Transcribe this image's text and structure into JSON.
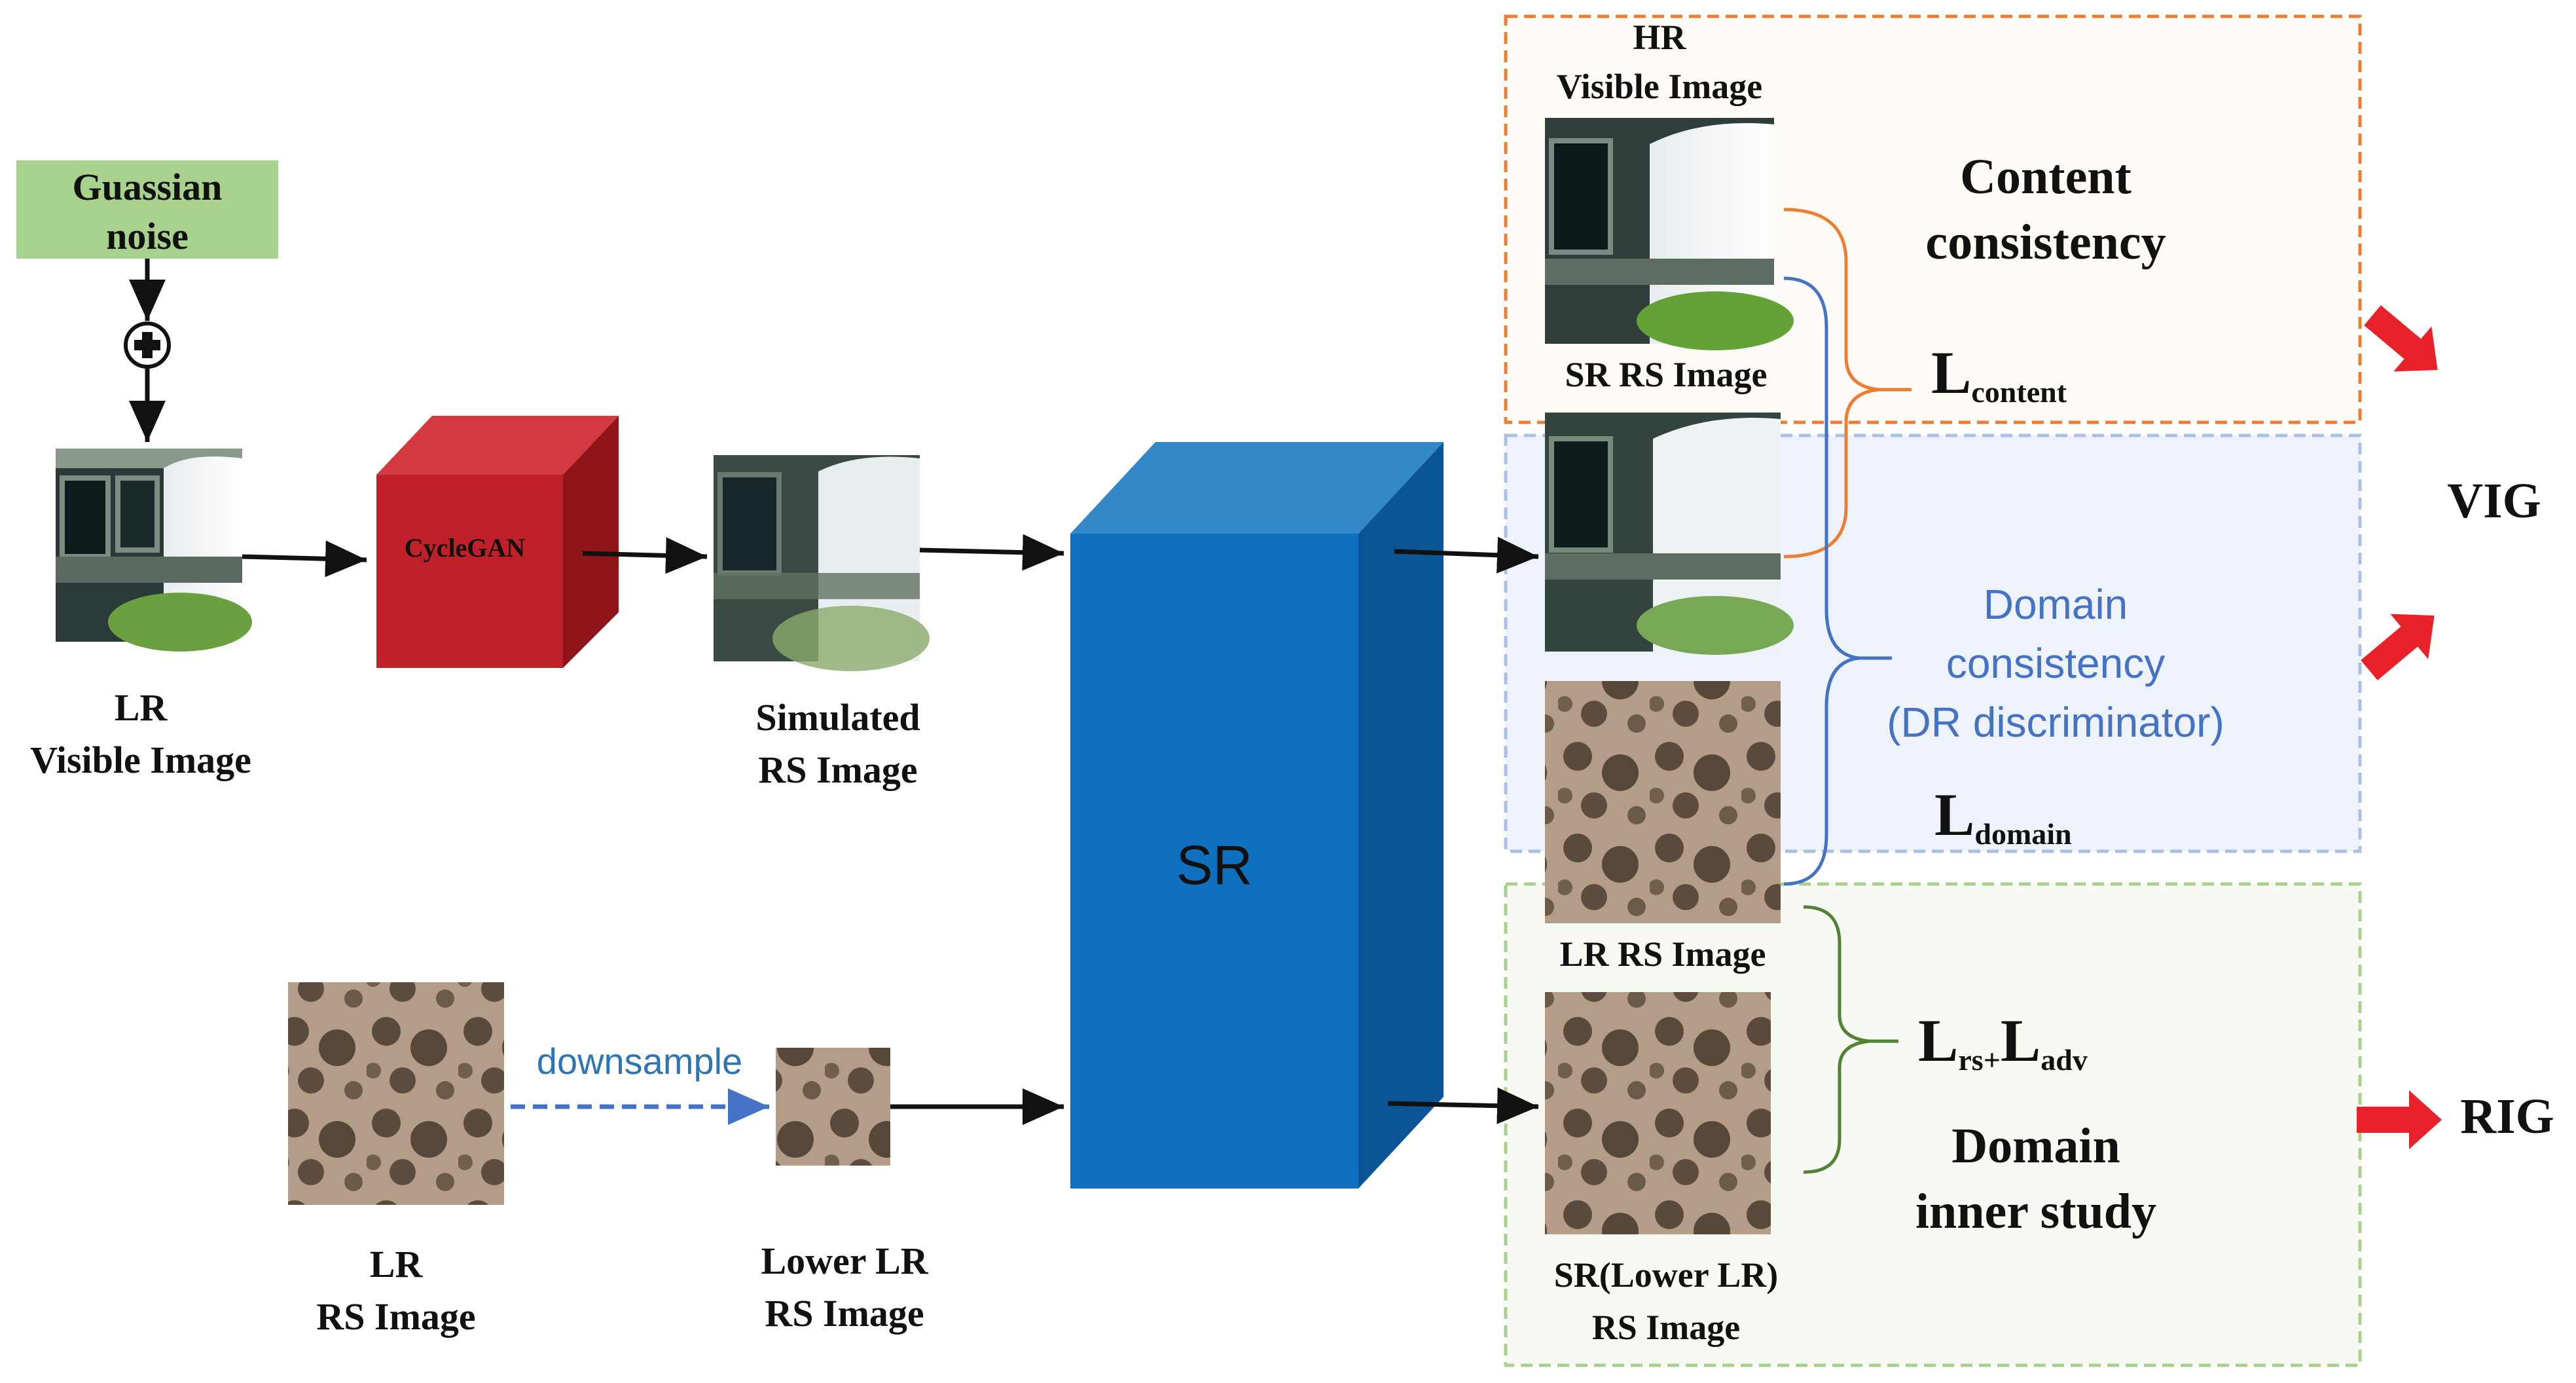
{
  "noise": {
    "line1": "Guassian",
    "line2": "noise"
  },
  "lr_visible": {
    "line1": "LR",
    "line2": "Visible Image"
  },
  "cyclegan": {
    "label": "CycleGAN"
  },
  "simulated": {
    "line1": "Simulated",
    "line2": "RS Image"
  },
  "sr": {
    "label": "SR"
  },
  "lr_rs": {
    "line1": "LR",
    "line2": "RS Image"
  },
  "downsample": {
    "label": "downsample"
  },
  "lower_lr": {
    "line1": "Lower LR",
    "line2": "RS Image"
  },
  "hr_visible": {
    "line1": "HR",
    "line2": "Visible Image"
  },
  "sr_rs": {
    "label": "SR RS Image"
  },
  "lr_rs_right": {
    "label": "LR RS Image"
  },
  "sr_lower": {
    "line1": "SR(Lower LR)",
    "line2": "RS Image"
  },
  "content": {
    "line1": "Content",
    "line2": "consistency",
    "loss_main": "L",
    "loss_sub": "content"
  },
  "domain": {
    "line1": "Domain",
    "line2": "consistency",
    "line3": "(DR discriminator)",
    "loss_main": "L",
    "loss_sub": "domain"
  },
  "inner": {
    "line1": "Domain",
    "line2": "inner study",
    "l1": "L",
    "s1": "rs+",
    "l2": "L",
    "s2": "adv"
  },
  "outputs": {
    "vig": "VIG",
    "rig": "RIG"
  },
  "colors": {
    "orange": "#ED7D31",
    "blue": "#4472C4",
    "green": "#70AD47",
    "red": "#E8212A",
    "cube_red": "#C0202A",
    "cube_blue": "#1070C0"
  }
}
